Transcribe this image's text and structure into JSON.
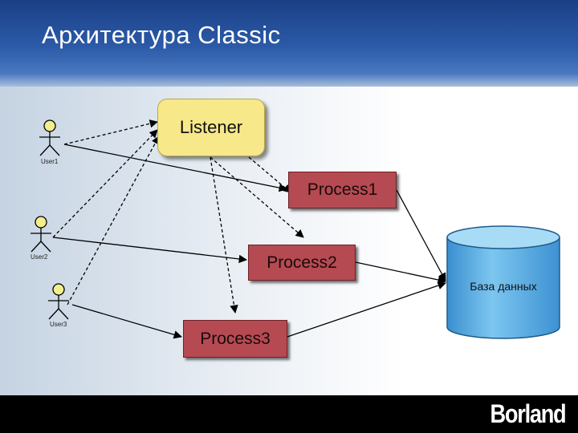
{
  "slide": {
    "title": "Архитектура Classic",
    "logo": "Borland"
  },
  "diagram": {
    "listener": "Listener",
    "processes": [
      "Process1",
      "Process2",
      "Process3"
    ],
    "users": [
      "User1",
      "User2",
      "User3"
    ],
    "database": "База данных"
  },
  "colors": {
    "header": "#2c5ba8",
    "listener_fill": "#f7e88a",
    "process_fill": "#b54a52",
    "database_fill": "#5fb3e6",
    "actor_head": "#f3ee8c"
  }
}
